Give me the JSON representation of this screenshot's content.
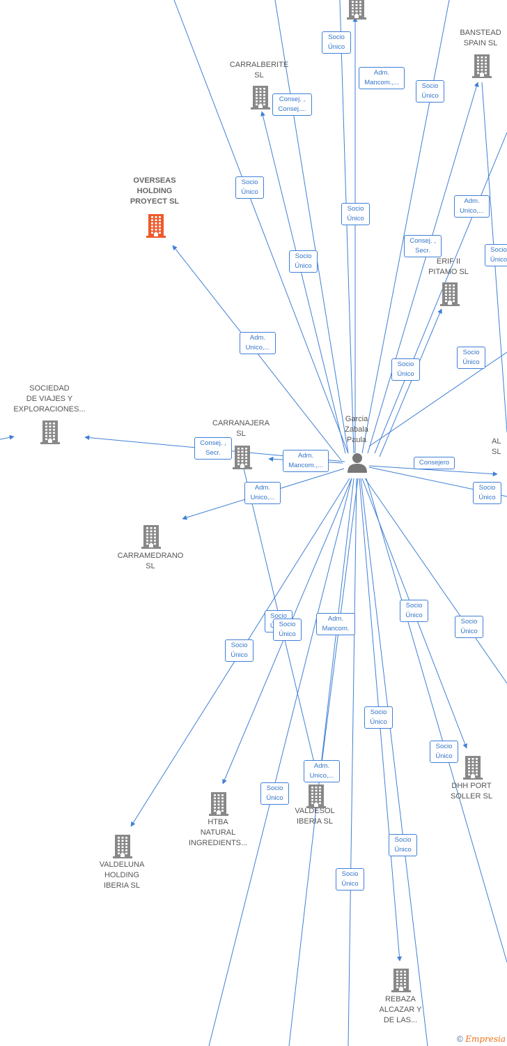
{
  "colors": {
    "edge": "#3f7fd6",
    "building": "#888888",
    "building_highlight": "#ef5a2b",
    "person": "#777777"
  },
  "person": {
    "name": "Garcia\nZabala\nPaula",
    "icon": "person-icon"
  },
  "companies": [
    {
      "id": "banstead",
      "label": "BANSTEAD\nSPAIN  SL",
      "highlight": false
    },
    {
      "id": "carralberite",
      "label": "CARRALBERITE\nSL",
      "highlight": false
    },
    {
      "id": "overseas",
      "label": "OVERSEAS\nHOLDING\nPROYECT  SL",
      "highlight": true
    },
    {
      "id": "erif",
      "label": "ERIF II\nPITAMO  SL",
      "highlight": false
    },
    {
      "id": "sociedad",
      "label": "SOCIEDAD\nDE VIAJES Y\nEXPLORACIONES...",
      "highlight": false
    },
    {
      "id": "carranajera",
      "label": "CARRANAJERA\nSL",
      "highlight": false
    },
    {
      "id": "al",
      "label": "AL\nSL",
      "highlight": false
    },
    {
      "id": "carramedrano",
      "label": "CARRAMEDRANO\nSL",
      "highlight": false
    },
    {
      "id": "dhh",
      "label": "DHH PORT\nSOLLER  SL",
      "highlight": false
    },
    {
      "id": "valdesol",
      "label": "VALDESOL\nIBERIA  SL",
      "highlight": false
    },
    {
      "id": "htba",
      "label": "HTBA\nNATURAL\nINGREDIENTS...",
      "highlight": false
    },
    {
      "id": "valdeluna",
      "label": "VALDELUNA\nHOLDING\nIBERIA  SL",
      "highlight": false
    },
    {
      "id": "rebaza",
      "label": "REBAZA\nALCAZAR Y\nDE LAS...",
      "highlight": false
    },
    {
      "id": "top",
      "label": "",
      "highlight": false
    }
  ],
  "relations": [
    "Socio\nÚnico",
    "Adm.\nMancom.,...",
    "Socio\nÚnico",
    "Consej. ,\nConsej....",
    "Socio\nÚnico",
    "Socio\nÚnico",
    "Adm.\nUnico,...",
    "Socio\nÚnico",
    "Consej. ,\nSecr.",
    "Socio\nÚnico",
    "Adm.\nUnico,...",
    "Socio\nÚnico",
    "Socio\nÚnico",
    "Consej. ,\nSecr.",
    "Adm.\nMancom.,...",
    "Consejero",
    "Adm.\nUnico,...",
    "Socio\nÚnico",
    "Socio\nÚnico",
    "Socio\nÚnico",
    "Socio\nÚnico",
    "Adm.\nMancom.",
    "Socio\nÚnico",
    "Socio\nÚnico",
    "Socio\nÚnico",
    "Socio\nÚnico",
    "Adm.\nUnico,...",
    "Socio\nÚnico",
    "Socio\nÚnico",
    "Socio\nÚnico",
    "Socio\nÚnico"
  ],
  "footer": {
    "copyright_symbol": "©",
    "brand": "Empresia"
  }
}
